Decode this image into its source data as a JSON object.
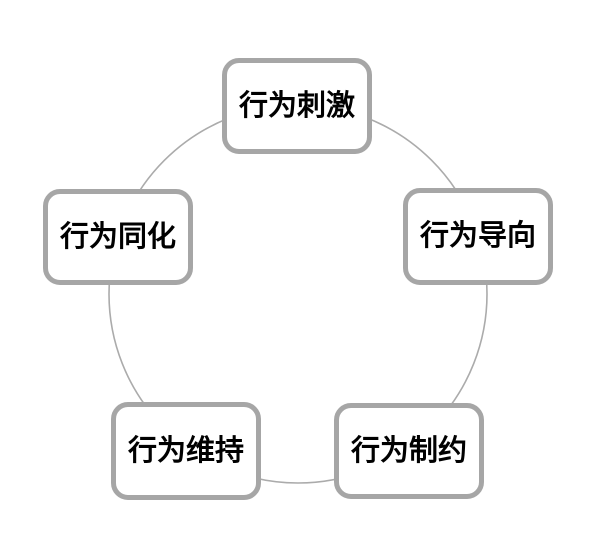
{
  "diagram": {
    "type": "cycle",
    "description": "Five-stage behavior cycle arranged on a circle",
    "nodes": [
      {
        "id": "behavior-stimulus",
        "position": "top",
        "label": "行为刺激"
      },
      {
        "id": "behavior-orientation",
        "position": "right",
        "label": "行为导向"
      },
      {
        "id": "behavior-constraint",
        "position": "bottom-right",
        "label": "行为制约"
      },
      {
        "id": "behavior-maintenance",
        "position": "bottom-left",
        "label": "行为维持"
      },
      {
        "id": "behavior-assimilation",
        "position": "left",
        "label": "行为同化"
      }
    ],
    "colors": {
      "background": "#ffffff",
      "box_fill": "#ffffff",
      "box_border": "#a6a6a6",
      "circle_stroke": "#ababab",
      "text": "#000000"
    }
  }
}
